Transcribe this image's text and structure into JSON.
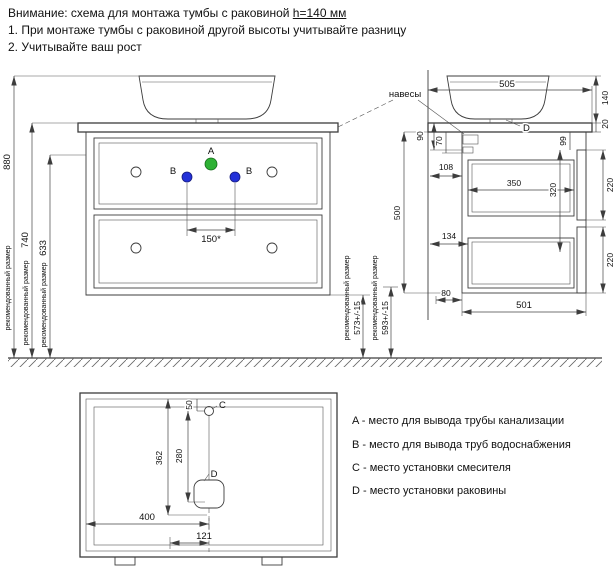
{
  "header": {
    "line1_prefix": "Внимание: схема для монтажа тумбы с раковиной ",
    "line1_underlined": "h=140 мм",
    "line2": "1. При монтаже тумбы с раковиной другой высоты учитывайте разницу",
    "line3": "2. Учитывайте ваш рост"
  },
  "labels": {
    "recommended_size": "рекомендованный размер",
    "hangers": "навесы"
  },
  "markers": {
    "a": "A",
    "b": "B",
    "c": "C",
    "d": "D"
  },
  "front_view": {
    "dim_total_height": "880",
    "dim_counter_height": "740",
    "dim_633": "633",
    "dim_outlets_spacing": "150*"
  },
  "mid_dims": {
    "dim_500": "500",
    "dim_573": "573+/-15",
    "dim_593": "593+/-15"
  },
  "side_view": {
    "dim_505": "505",
    "dim_140": "140",
    "dim_20": "20",
    "dim_90": "90",
    "dim_70": "70",
    "dim_99": "99",
    "dim_108": "108",
    "dim_350": "350",
    "dim_320": "320",
    "dim_220_top": "220",
    "dim_220_bottom": "220",
    "dim_134": "134",
    "dim_80": "80",
    "dim_501": "501"
  },
  "bottom_view": {
    "dim_50": "50",
    "dim_362": "362",
    "dim_280": "280",
    "dim_400": "400",
    "dim_121": "121"
  },
  "legend": {
    "item_a": "A - место для вывода трубы канализации",
    "item_b": "B - место для вывода труб водоснабжения",
    "item_c": "C - место установки смесителя",
    "item_d": "D - место установки раковины"
  },
  "colors": {
    "marker_a": "#2eb135",
    "marker_b": "#2331d8"
  }
}
